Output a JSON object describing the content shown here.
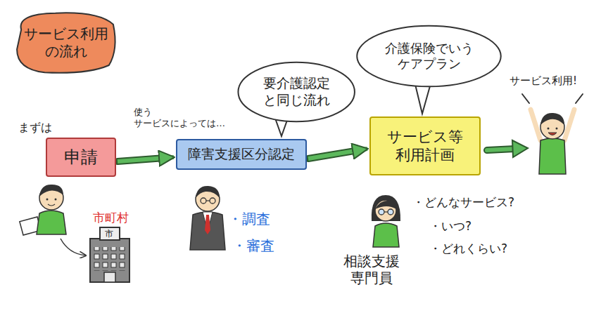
{
  "diagram": {
    "title": "サービス利用 の流れ",
    "nodes": [
      {
        "text": [
          "申請"
        ]
      },
      {
        "text": [
          "要介護認定 と同じ流れ"
        ]
      },
      {
        "text": [
          "障害支援区分認定"
        ]
      },
      {
        "text": [
          "介護保険でいう ケアプラン"
        ]
      },
      {
        "text": [
          "サービス等 利用計画"
        ]
      }
    ],
    "edges": [
      {
        "from": 0,
        "to": 2,
        "arrow": "to"
      },
      {
        "from": 2,
        "to": 4,
        "arrow": "to"
      }
    ],
    "labels": [
      "まずは",
      "使う サービスによっては…",
      "市町村",
      "市",
      "・調査",
      "・審査",
      "相談支援 専門員",
      "・どんなサービス?",
      "・いつ?",
      "・どれくらい?",
      "サービス利用!"
    ]
  }
}
